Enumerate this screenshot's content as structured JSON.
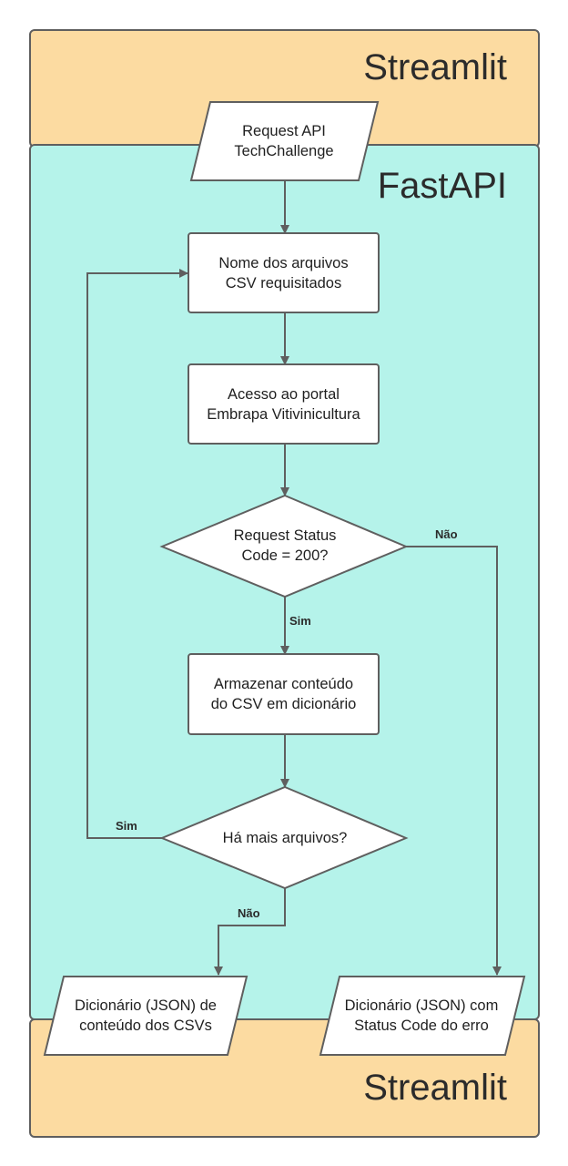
{
  "colors": {
    "streamlit_fill": "#fcdba1",
    "fastapi_fill": "#b5f3ea",
    "node_fill": "#ffffff",
    "stroke": "#5f5f5f"
  },
  "lanes": {
    "top_title": "Streamlit",
    "middle_title": "FastAPI",
    "bottom_title": "Streamlit"
  },
  "nodes": {
    "request": "Request API\nTechChallenge",
    "filenames": "Nome dos arquivos\nCSV requisitados",
    "portal": "Acesso ao portal\nEmbrapa Vitivinicultura",
    "status_check": "Request Status\nCode = 200?",
    "store": "Armazenar conteúdo\ndo CSV em dicionário",
    "more_files": "Há mais arquivos?",
    "result_ok": "Dicionário (JSON) de\nconteúdo dos CSVs",
    "result_error": "Dicionário (JSON) com\nStatus Code do erro"
  },
  "edge_labels": {
    "status_no": "Não",
    "status_yes": "Sim",
    "more_yes": "Sim",
    "more_no": "Não"
  }
}
